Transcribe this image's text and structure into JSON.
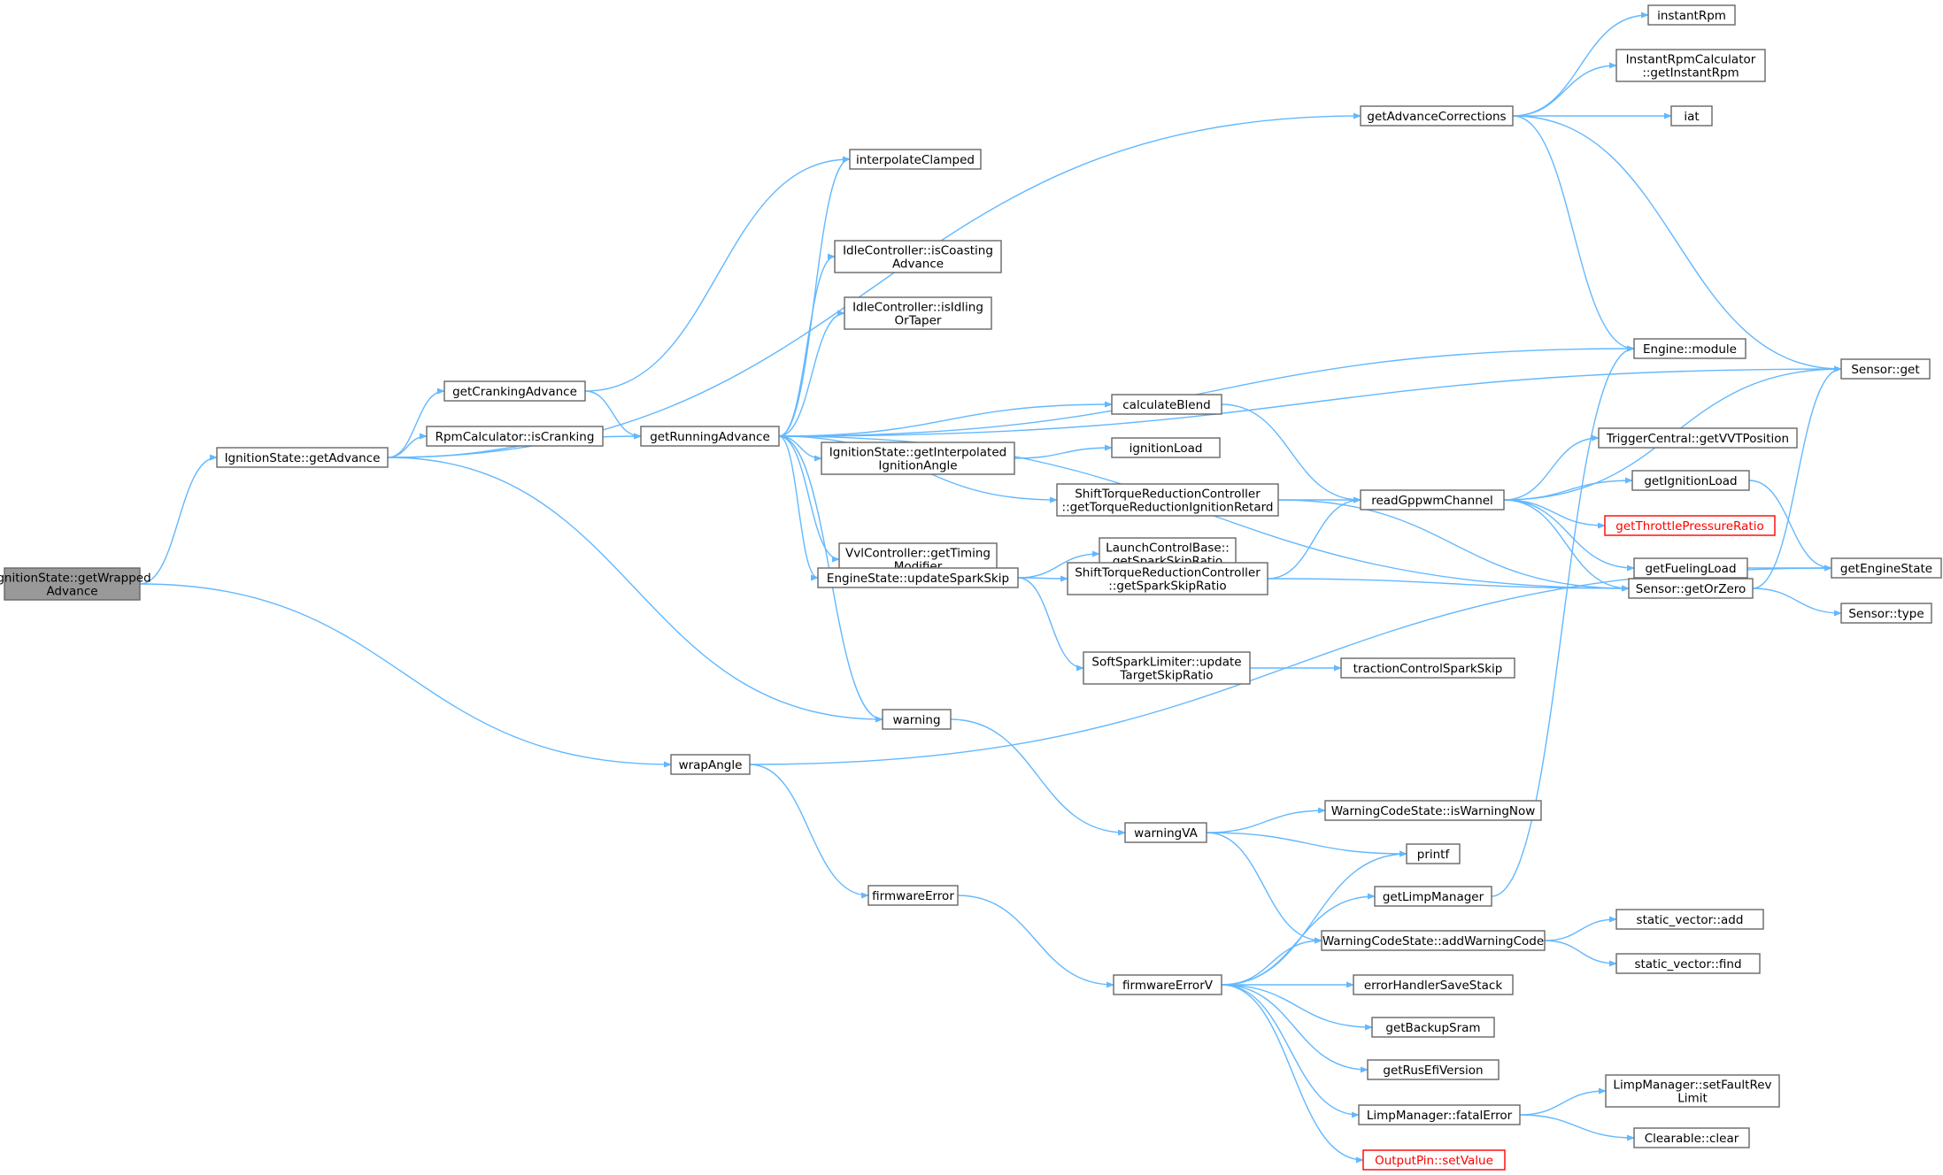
{
  "nodes": [
    {
      "id": "root",
      "lines": [
        "IgnitionState::getWrapped",
        "Advance"
      ],
      "style": "root"
    },
    {
      "id": "getAdvance",
      "lines": [
        "IgnitionState::getAdvance"
      ]
    },
    {
      "id": "wrapAngle",
      "lines": [
        "wrapAngle"
      ]
    },
    {
      "id": "getCrankingAdvance",
      "lines": [
        "getCrankingAdvance"
      ]
    },
    {
      "id": "rpmIsCranking",
      "lines": [
        "RpmCalculator::isCranking"
      ]
    },
    {
      "id": "getRunningAdvance",
      "lines": [
        "getRunningAdvance"
      ]
    },
    {
      "id": "getAdvanceCorrections",
      "lines": [
        "getAdvanceCorrections"
      ]
    },
    {
      "id": "warning",
      "lines": [
        "warning"
      ]
    },
    {
      "id": "firmwareError",
      "lines": [
        "firmwareError"
      ]
    },
    {
      "id": "interpolateClamped",
      "lines": [
        "interpolateClamped"
      ]
    },
    {
      "id": "isCoasting",
      "lines": [
        "IdleController::isCoasting",
        "Advance"
      ]
    },
    {
      "id": "isIdling",
      "lines": [
        "IdleController::isIdling",
        "OrTaper"
      ]
    },
    {
      "id": "getInterpolated",
      "lines": [
        "IgnitionState::getInterpolated",
        "IgnitionAngle"
      ]
    },
    {
      "id": "vvlTiming",
      "lines": [
        "VvlController::getTiming",
        "Modifier"
      ]
    },
    {
      "id": "updateSparkSkip",
      "lines": [
        "EngineState::updateSparkSkip"
      ]
    },
    {
      "id": "calculateBlend",
      "lines": [
        "calculateBlend"
      ]
    },
    {
      "id": "ignitionLoad",
      "lines": [
        "ignitionLoad"
      ]
    },
    {
      "id": "shiftRetard",
      "lines": [
        "ShiftTorqueReductionController",
        "::getTorqueReductionIgnitionRetard"
      ]
    },
    {
      "id": "launchSkip",
      "lines": [
        "LaunchControlBase::",
        "getSparkSkipRatio"
      ]
    },
    {
      "id": "shiftSkip",
      "lines": [
        "ShiftTorqueReductionController",
        "::getSparkSkipRatio"
      ]
    },
    {
      "id": "softSpark",
      "lines": [
        "SoftSparkLimiter::update",
        "TargetSkipRatio"
      ]
    },
    {
      "id": "tractionSkip",
      "lines": [
        "tractionControlSparkSkip"
      ]
    },
    {
      "id": "warningVA",
      "lines": [
        "warningVA"
      ]
    },
    {
      "id": "firmwareErrorV",
      "lines": [
        "firmwareErrorV"
      ]
    },
    {
      "id": "readGppwm",
      "lines": [
        "readGppwmChannel"
      ]
    },
    {
      "id": "engineModule",
      "lines": [
        "Engine::module"
      ]
    },
    {
      "id": "instantRpm",
      "lines": [
        "instantRpm"
      ]
    },
    {
      "id": "instantRpmCalc",
      "lines": [
        "InstantRpmCalculator",
        "::getInstantRpm"
      ]
    },
    {
      "id": "iat",
      "lines": [
        "iat"
      ]
    },
    {
      "id": "sensorGet",
      "lines": [
        "Sensor::get"
      ]
    },
    {
      "id": "triggerVVT",
      "lines": [
        "TriggerCentral::getVVTPosition"
      ]
    },
    {
      "id": "getIgnitionLoad",
      "lines": [
        "getIgnitionLoad"
      ]
    },
    {
      "id": "getThrottle",
      "lines": [
        "getThrottlePressureRatio"
      ],
      "style": "trunc"
    },
    {
      "id": "getFuelingLoad",
      "lines": [
        "getFuelingLoad"
      ]
    },
    {
      "id": "sensorGetOrZero",
      "lines": [
        "Sensor::getOrZero"
      ]
    },
    {
      "id": "getEngineState",
      "lines": [
        "getEngineState"
      ]
    },
    {
      "id": "sensorType",
      "lines": [
        "Sensor::type"
      ]
    },
    {
      "id": "isWarningNow",
      "lines": [
        "WarningCodeState::isWarningNow"
      ]
    },
    {
      "id": "printf",
      "lines": [
        "printf"
      ]
    },
    {
      "id": "getLimpManager",
      "lines": [
        "getLimpManager"
      ]
    },
    {
      "id": "addWarningCode",
      "lines": [
        "WarningCodeState::addWarningCode"
      ]
    },
    {
      "id": "vecAdd",
      "lines": [
        "static_vector::add"
      ]
    },
    {
      "id": "vecFind",
      "lines": [
        "static_vector::find"
      ]
    },
    {
      "id": "errorHandler",
      "lines": [
        "errorHandlerSaveStack"
      ]
    },
    {
      "id": "getBackupSram",
      "lines": [
        "getBackupSram"
      ]
    },
    {
      "id": "getRusEfiVersion",
      "lines": [
        "getRusEfiVersion"
      ]
    },
    {
      "id": "fatalError",
      "lines": [
        "LimpManager::fatalError"
      ]
    },
    {
      "id": "setFaultRev",
      "lines": [
        "LimpManager::setFaultRev",
        "Limit"
      ]
    },
    {
      "id": "clearableClear",
      "lines": [
        "Clearable::clear"
      ]
    },
    {
      "id": "setValue",
      "lines": [
        "OutputPin::setValue"
      ],
      "style": "trunc"
    }
  ],
  "edges": [
    [
      "root",
      "getAdvance"
    ],
    [
      "root",
      "wrapAngle"
    ],
    [
      "getAdvance",
      "getAdvanceCorrections"
    ],
    [
      "getAdvance",
      "getCrankingAdvance"
    ],
    [
      "getAdvance",
      "rpmIsCranking"
    ],
    [
      "getAdvance",
      "getRunningAdvance"
    ],
    [
      "getAdvance",
      "warning"
    ],
    [
      "getCrankingAdvance",
      "interpolateClamped"
    ],
    [
      "getCrankingAdvance",
      "getRunningAdvance"
    ],
    [
      "getRunningAdvance",
      "interpolateClamped"
    ],
    [
      "getRunningAdvance",
      "sensorGet"
    ],
    [
      "getRunningAdvance",
      "isCoasting"
    ],
    [
      "getRunningAdvance",
      "isIdling"
    ],
    [
      "getRunningAdvance",
      "engineModule"
    ],
    [
      "getRunningAdvance",
      "calculateBlend"
    ],
    [
      "getRunningAdvance",
      "getInterpolated"
    ],
    [
      "getRunningAdvance",
      "shiftRetard"
    ],
    [
      "getRunningAdvance",
      "vvlTiming"
    ],
    [
      "getRunningAdvance",
      "updateSparkSkip"
    ],
    [
      "getRunningAdvance",
      "warning"
    ],
    [
      "getRunningAdvance",
      "sensorGetOrZero"
    ],
    [
      "getAdvanceCorrections",
      "instantRpm"
    ],
    [
      "getAdvanceCorrections",
      "instantRpmCalc"
    ],
    [
      "getAdvanceCorrections",
      "iat"
    ],
    [
      "getAdvanceCorrections",
      "sensorGet"
    ],
    [
      "getAdvanceCorrections",
      "engineModule"
    ],
    [
      "calculateBlend",
      "readGppwm"
    ],
    [
      "getInterpolated",
      "ignitionLoad"
    ],
    [
      "shiftRetard",
      "readGppwm"
    ],
    [
      "shiftRetard",
      "sensorGetOrZero"
    ],
    [
      "updateSparkSkip",
      "launchSkip"
    ],
    [
      "updateSparkSkip",
      "shiftSkip"
    ],
    [
      "updateSparkSkip",
      "softSpark"
    ],
    [
      "shiftSkip",
      "readGppwm"
    ],
    [
      "shiftSkip",
      "sensorGetOrZero"
    ],
    [
      "softSpark",
      "tractionSkip"
    ],
    [
      "readGppwm",
      "sensorGet"
    ],
    [
      "readGppwm",
      "triggerVVT"
    ],
    [
      "readGppwm",
      "getIgnitionLoad"
    ],
    [
      "readGppwm",
      "getThrottle"
    ],
    [
      "readGppwm",
      "getFuelingLoad"
    ],
    [
      "readGppwm",
      "sensorGetOrZero"
    ],
    [
      "getIgnitionLoad",
      "getEngineState"
    ],
    [
      "getFuelingLoad",
      "getEngineState"
    ],
    [
      "sensorGetOrZero",
      "sensorGet"
    ],
    [
      "sensorGetOrZero",
      "sensorType"
    ],
    [
      "wrapAngle",
      "getEngineState"
    ],
    [
      "wrapAngle",
      "firmwareError"
    ],
    [
      "warning",
      "warningVA"
    ],
    [
      "warningVA",
      "isWarningNow"
    ],
    [
      "warningVA",
      "printf"
    ],
    [
      "warningVA",
      "addWarningCode"
    ],
    [
      "firmwareError",
      "firmwareErrorV"
    ],
    [
      "firmwareErrorV",
      "printf"
    ],
    [
      "firmwareErrorV",
      "getLimpManager"
    ],
    [
      "firmwareErrorV",
      "addWarningCode"
    ],
    [
      "firmwareErrorV",
      "errorHandler"
    ],
    [
      "firmwareErrorV",
      "getBackupSram"
    ],
    [
      "firmwareErrorV",
      "getRusEfiVersion"
    ],
    [
      "firmwareErrorV",
      "fatalError"
    ],
    [
      "firmwareErrorV",
      "setValue"
    ],
    [
      "getLimpManager",
      "engineModule"
    ],
    [
      "addWarningCode",
      "vecAdd"
    ],
    [
      "addWarningCode",
      "vecFind"
    ],
    [
      "fatalError",
      "setFaultRev"
    ],
    [
      "fatalError",
      "clearableClear"
    ]
  ]
}
